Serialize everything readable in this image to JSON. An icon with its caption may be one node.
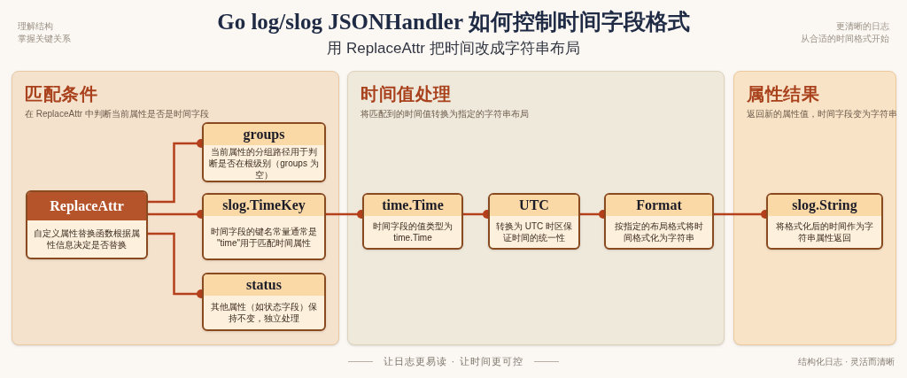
{
  "diagram": {
    "title": "Go log/slog JSONHandler 如何控制时间字段格式",
    "nodes": [
      {
        "text": [
          "匹配条件",
          "在 ReplaceAttr 中判断当前属性是否是时间字段"
        ]
      },
      {
        "text": [
          "时间值处理",
          "将匹配到的时间值转换为指定的字符串布局"
        ]
      },
      {
        "text": [
          "属性结果",
          "返回新的属性值，时间字段变为字符串"
        ]
      },
      {
        "text": [
          "ReplaceAttr",
          "自定义属性替换函数根据属性信息决定是否替换"
        ],
        "in": 0
      },
      {
        "text": [
          "groups",
          "当前属性的分组路径用于判断是否在根级别（groups 为空）"
        ],
        "in": 0
      },
      {
        "text": [
          "slog.TimeKey",
          "时间字段的键名常量通常是 \"time\"用于匹配时间属性"
        ],
        "in": 0
      },
      {
        "text": [
          "status",
          "其他属性（如状态字段）保持不变，独立处理"
        ],
        "in": 0
      },
      {
        "text": [
          "time.Time",
          "时间字段的值类型为 time.Time"
        ],
        "in": 1
      },
      {
        "text": [
          "UTC",
          "转换为 UTC 时区保证时间的统一性"
        ],
        "in": 1
      },
      {
        "text": [
          "Format",
          "按指定的布局格式将时间格式化为字符串"
        ],
        "in": 1
      },
      {
        "text": [
          "slog.String",
          "将格式化后的时间作为字符串属性返回"
        ],
        "in": 2
      }
    ],
    "edges": [
      {
        "from": 3,
        "to": 4,
        "arrow": "other"
      },
      {
        "from": 3,
        "to": 5,
        "arrow": "other"
      },
      {
        "from": 3,
        "to": 6,
        "arrow": "other"
      },
      {
        "from": 5,
        "to": 7,
        "arrow": "other"
      },
      {
        "from": 7,
        "to": 8,
        "arrow": "other"
      },
      {
        "from": 8,
        "to": 9,
        "arrow": "other"
      },
      {
        "from": 9,
        "to": 10,
        "arrow": "other"
      }
    ],
    "labels": [
      "用 ReplaceAttr 把时间改成字符串布局",
      "理解结构",
      "掌握关键关系",
      "更清晰的日志",
      "从合适的时间格式开始",
      "让日志更易读 · 让时间更可控",
      "结构化日志 · 灵活而清晰"
    ]
  }
}
